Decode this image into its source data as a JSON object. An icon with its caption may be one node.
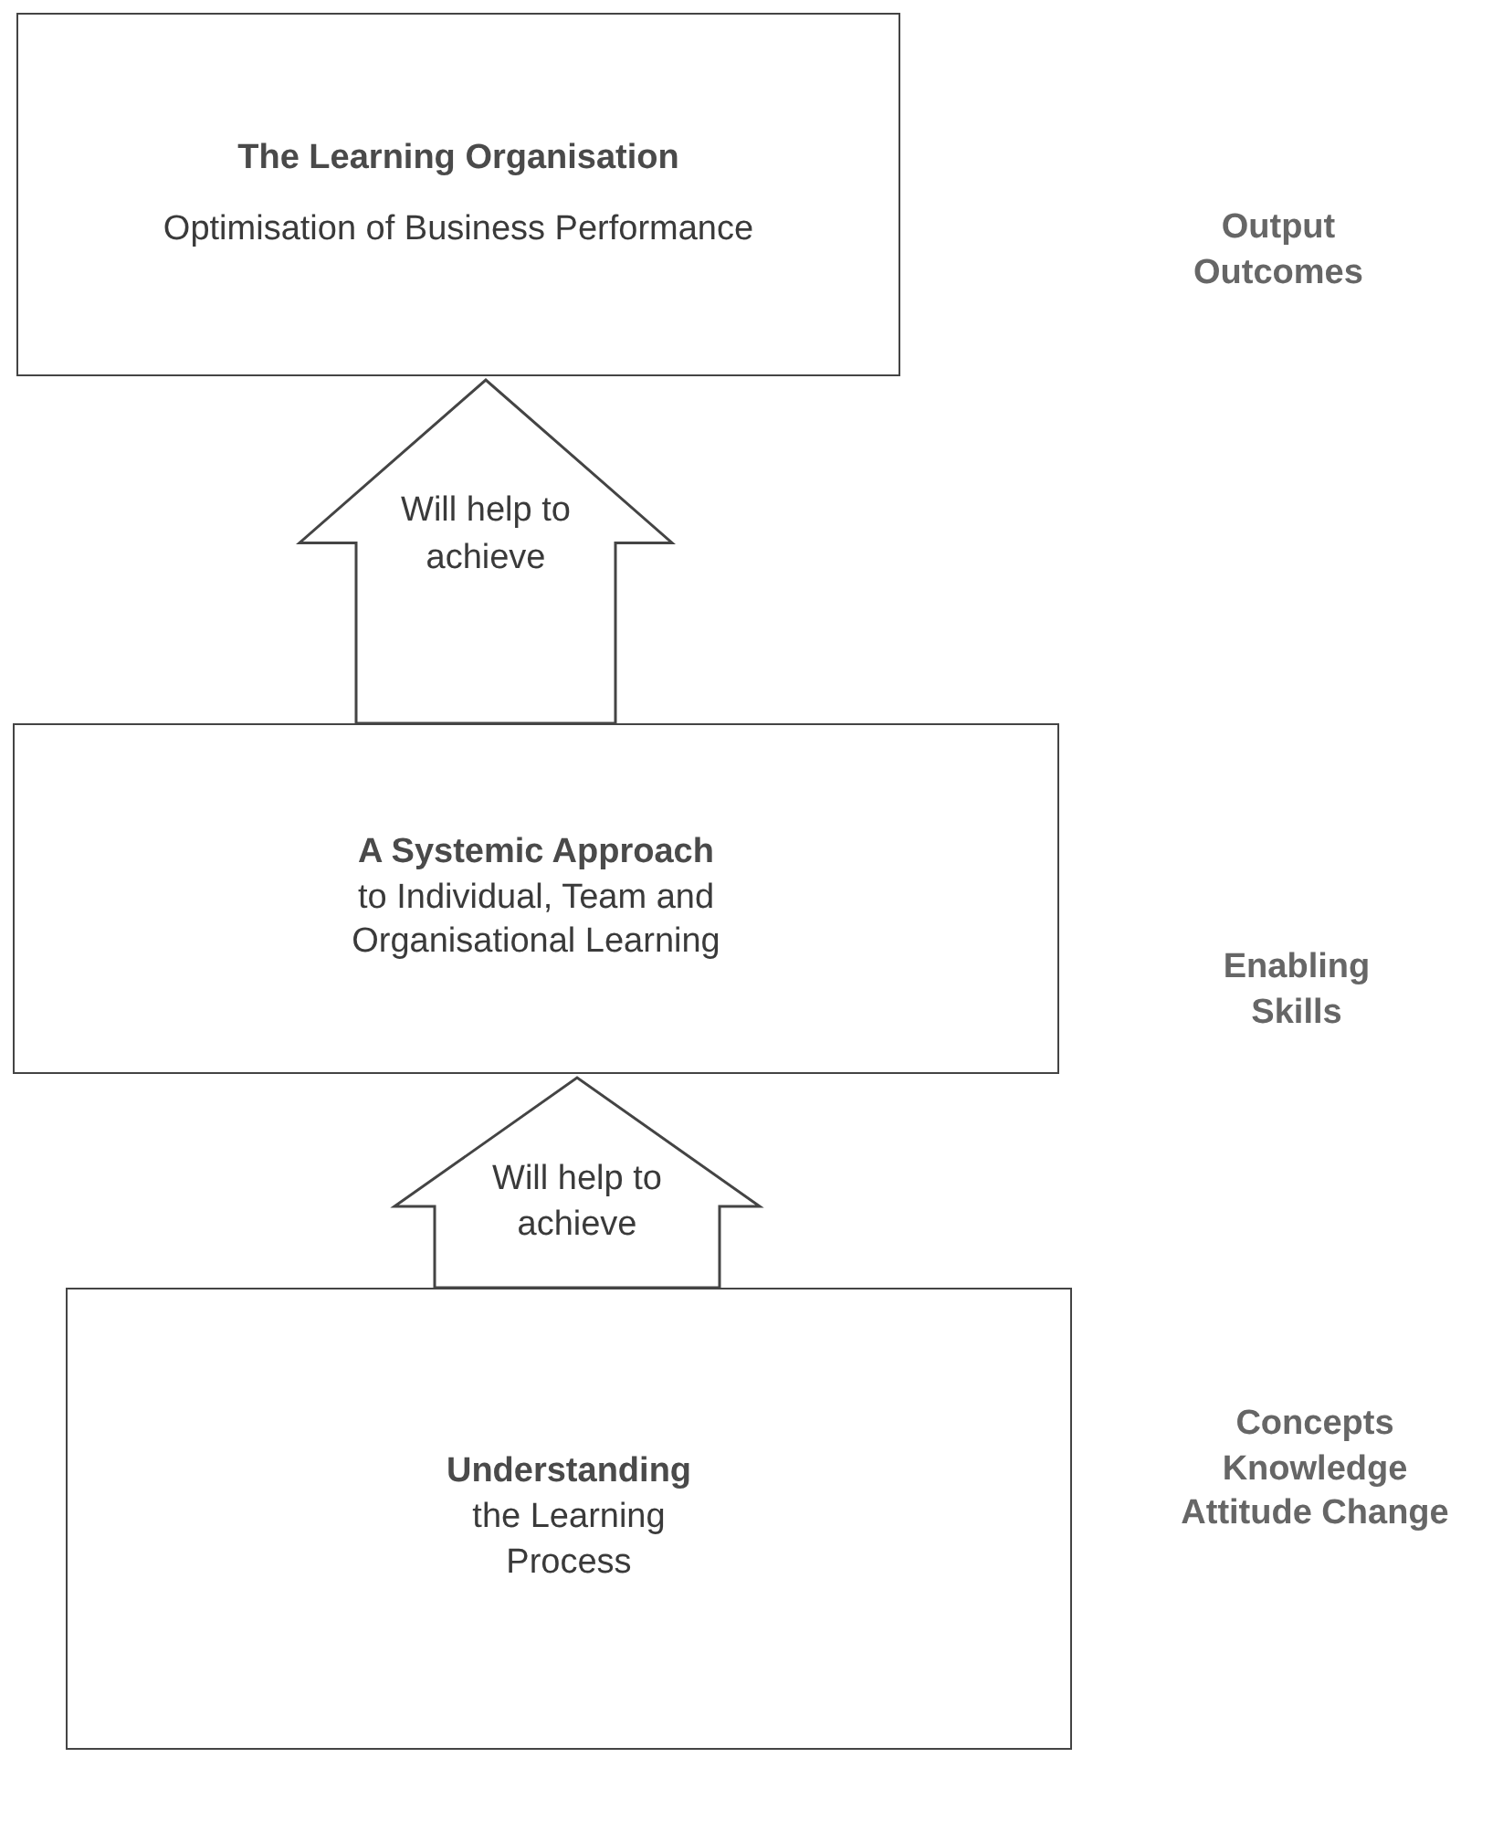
{
  "diagram": {
    "nodes": [
      {
        "text": [
          "The Learning Organisation",
          "Optimisation of Business Performance"
        ]
      },
      {
        "text": [
          "A Systemic Approach",
          "to Individual, Team and Organisational Learning"
        ]
      },
      {
        "text": [
          "Understanding",
          "the Learning Process"
        ]
      }
    ],
    "edges": [
      {
        "from": 1,
        "to": 0,
        "arrow": "to",
        "label": "Will help to achieve"
      },
      {
        "from": 2,
        "to": 1,
        "arrow": "to",
        "label": "Will help to achieve"
      }
    ],
    "labels": [
      "Output Outcomes",
      "Enabling Skills",
      "Concepts Knowledge Attitude Change"
    ]
  }
}
